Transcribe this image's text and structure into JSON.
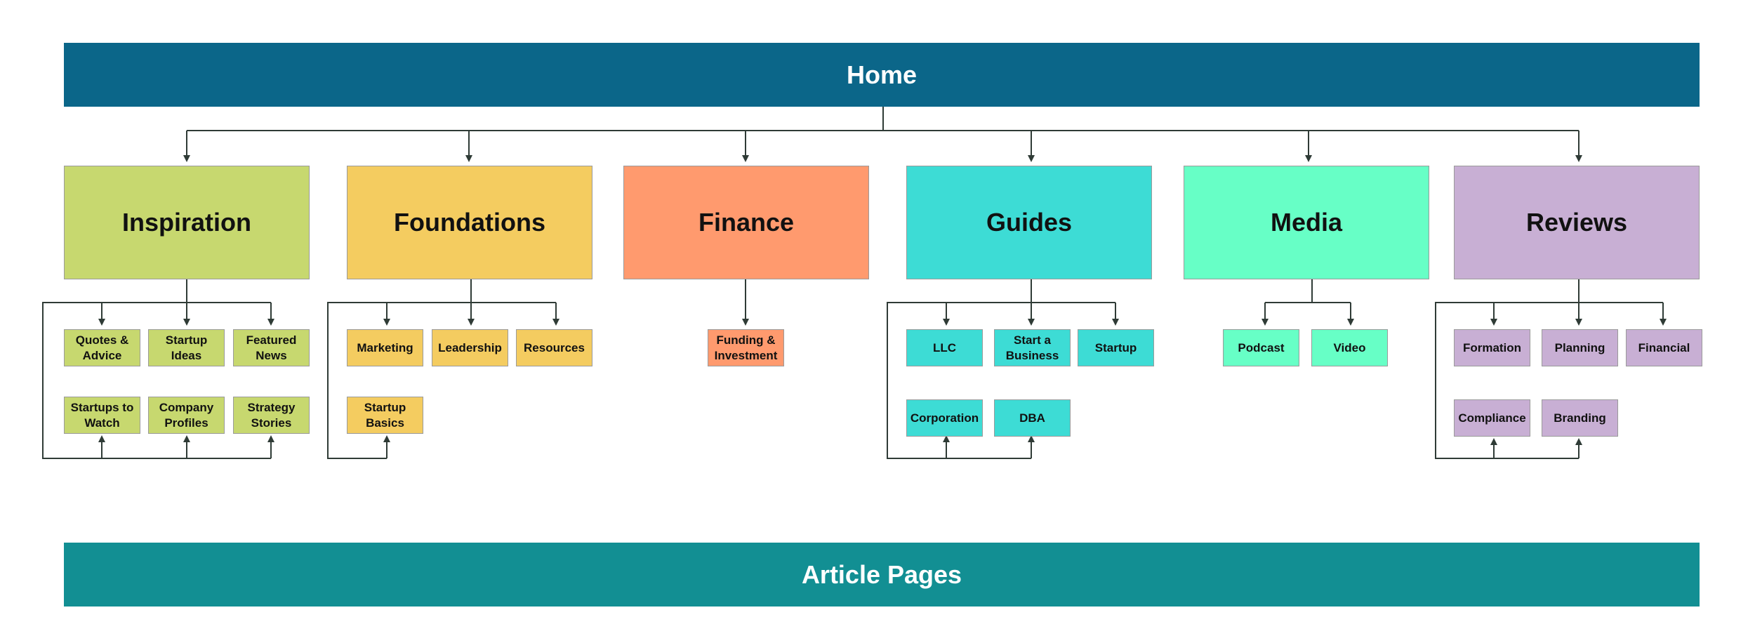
{
  "home": {
    "label": "Home",
    "color": "#0b6689"
  },
  "article": {
    "label": "Article Pages",
    "color": "#128f93"
  },
  "categories": [
    {
      "label": "Inspiration",
      "color": "#c7d86f",
      "pages": [
        "Quotes & Advice",
        "Startup Ideas",
        "Featured News",
        "Startups to Watch",
        "Company Profiles",
        "Strategy Stories"
      ]
    },
    {
      "label": "Foundations",
      "color": "#f4cc60",
      "pages": [
        "Marketing",
        "Leadership",
        "Resources",
        "Startup Basics"
      ]
    },
    {
      "label": "Finance",
      "color": "#ff9a6e",
      "pages": [
        "Funding & Investment"
      ]
    },
    {
      "label": "Guides",
      "color": "#3ddcd5",
      "pages": [
        "LLC",
        "Start a Business",
        "Startup",
        "Corporation",
        "DBA"
      ]
    },
    {
      "label": "Media",
      "color": "#67ffc6",
      "pages": [
        "Podcast",
        "Video"
      ]
    },
    {
      "label": "Reviews",
      "color": "#c8afd4",
      "pages": [
        "Formation",
        "Planning",
        "Financial",
        "Compliance",
        "Branding"
      ]
    }
  ],
  "connector_color": "#2f3b36"
}
